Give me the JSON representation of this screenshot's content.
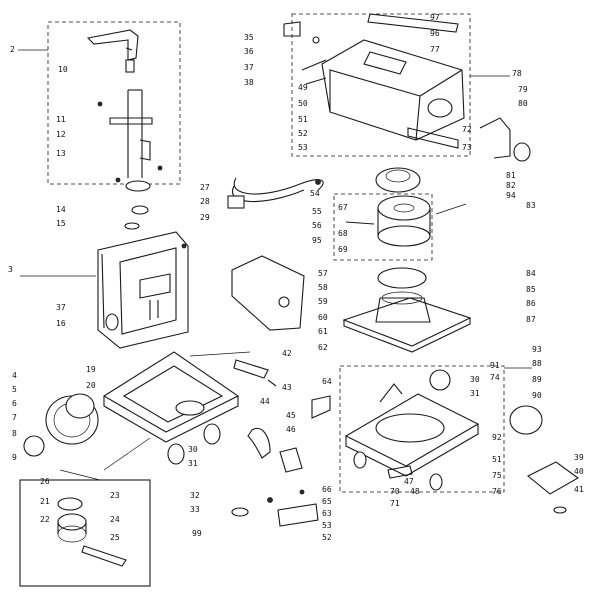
{
  "diagram": {
    "labels": [
      {
        "id": "l2",
        "text": "2"
      },
      {
        "id": "l10",
        "text": "10"
      },
      {
        "id": "l11",
        "text": "11"
      },
      {
        "id": "l12",
        "text": "12"
      },
      {
        "id": "l13",
        "text": "13"
      },
      {
        "id": "l14",
        "text": "14"
      },
      {
        "id": "l15",
        "text": "15"
      },
      {
        "id": "l16",
        "text": "16"
      },
      {
        "id": "l3",
        "text": "3"
      },
      {
        "id": "l37a",
        "text": "37"
      },
      {
        "id": "l35",
        "text": "35"
      },
      {
        "id": "l36",
        "text": "36"
      },
      {
        "id": "l37",
        "text": "37"
      },
      {
        "id": "l38",
        "text": "38"
      },
      {
        "id": "l49",
        "text": "49"
      },
      {
        "id": "l50",
        "text": "50"
      },
      {
        "id": "l51",
        "text": "51"
      },
      {
        "id": "l52",
        "text": "52"
      },
      {
        "id": "l53",
        "text": "53"
      },
      {
        "id": "l97",
        "text": "97"
      },
      {
        "id": "l96",
        "text": "96"
      },
      {
        "id": "l77",
        "text": "77"
      },
      {
        "id": "l78",
        "text": "78"
      },
      {
        "id": "l79",
        "text": "79"
      },
      {
        "id": "l80",
        "text": "80"
      },
      {
        "id": "l72",
        "text": "72"
      },
      {
        "id": "l73",
        "text": "73"
      },
      {
        "id": "l27",
        "text": "27"
      },
      {
        "id": "l28",
        "text": "28"
      },
      {
        "id": "l29",
        "text": "29"
      },
      {
        "id": "l54",
        "text": "54"
      },
      {
        "id": "l55",
        "text": "55"
      },
      {
        "id": "l56",
        "text": "56"
      },
      {
        "id": "l95",
        "text": "95"
      },
      {
        "id": "l57",
        "text": "57"
      },
      {
        "id": "l58",
        "text": "58"
      },
      {
        "id": "l59",
        "text": "59"
      },
      {
        "id": "l60",
        "text": "60"
      },
      {
        "id": "l61",
        "text": "61"
      },
      {
        "id": "l62",
        "text": "62"
      },
      {
        "id": "l67",
        "text": "67"
      },
      {
        "id": "l68",
        "text": "68"
      },
      {
        "id": "l69",
        "text": "69"
      },
      {
        "id": "l81",
        "text": "81"
      },
      {
        "id": "l82",
        "text": "82"
      },
      {
        "id": "l94",
        "text": "94"
      },
      {
        "id": "l83",
        "text": "83"
      },
      {
        "id": "l84",
        "text": "84"
      },
      {
        "id": "l85",
        "text": "85"
      },
      {
        "id": "l86",
        "text": "86"
      },
      {
        "id": "l87",
        "text": "87"
      },
      {
        "id": "l4",
        "text": "4"
      },
      {
        "id": "l5",
        "text": "5"
      },
      {
        "id": "l6",
        "text": "6"
      },
      {
        "id": "l7",
        "text": "7"
      },
      {
        "id": "l8",
        "text": "8"
      },
      {
        "id": "l9",
        "text": "9"
      },
      {
        "id": "l19",
        "text": "19"
      },
      {
        "id": "l20",
        "text": "20"
      },
      {
        "id": "l42",
        "text": "42"
      },
      {
        "id": "l43",
        "text": "43"
      },
      {
        "id": "l44",
        "text": "44"
      },
      {
        "id": "l45",
        "text": "45"
      },
      {
        "id": "l46",
        "text": "46"
      },
      {
        "id": "l30",
        "text": "30"
      },
      {
        "id": "l31",
        "text": "31"
      },
      {
        "id": "l64",
        "text": "64"
      },
      {
        "id": "l26",
        "text": "26"
      },
      {
        "id": "l23",
        "text": "23"
      },
      {
        "id": "l21",
        "text": "21"
      },
      {
        "id": "l22",
        "text": "22"
      },
      {
        "id": "l24",
        "text": "24"
      },
      {
        "id": "l25",
        "text": "25"
      },
      {
        "id": "l32",
        "text": "32"
      },
      {
        "id": "l33",
        "text": "33"
      },
      {
        "id": "l99",
        "text": "99"
      },
      {
        "id": "l66",
        "text": "66"
      },
      {
        "id": "l65",
        "text": "65"
      },
      {
        "id": "l63",
        "text": "63"
      },
      {
        "id": "l53b",
        "text": "53"
      },
      {
        "id": "l52b",
        "text": "52"
      },
      {
        "id": "l93",
        "text": "93"
      },
      {
        "id": "l88",
        "text": "88"
      },
      {
        "id": "l74",
        "text": "74"
      },
      {
        "id": "l89",
        "text": "89"
      },
      {
        "id": "l90",
        "text": "90"
      },
      {
        "id": "l91",
        "text": "91"
      },
      {
        "id": "l92",
        "text": "92"
      },
      {
        "id": "l51b",
        "text": "51"
      },
      {
        "id": "l47",
        "text": "47"
      },
      {
        "id": "l70",
        "text": "70"
      },
      {
        "id": "l48",
        "text": "48"
      },
      {
        "id": "l71",
        "text": "71"
      },
      {
        "id": "l75",
        "text": "75"
      },
      {
        "id": "l76",
        "text": "76"
      },
      {
        "id": "l39",
        "text": "39"
      },
      {
        "id": "l40",
        "text": "40"
      },
      {
        "id": "l41",
        "text": "41"
      },
      {
        "id": "l30b",
        "text": "30"
      },
      {
        "id": "l31b",
        "text": "31"
      }
    ]
  }
}
